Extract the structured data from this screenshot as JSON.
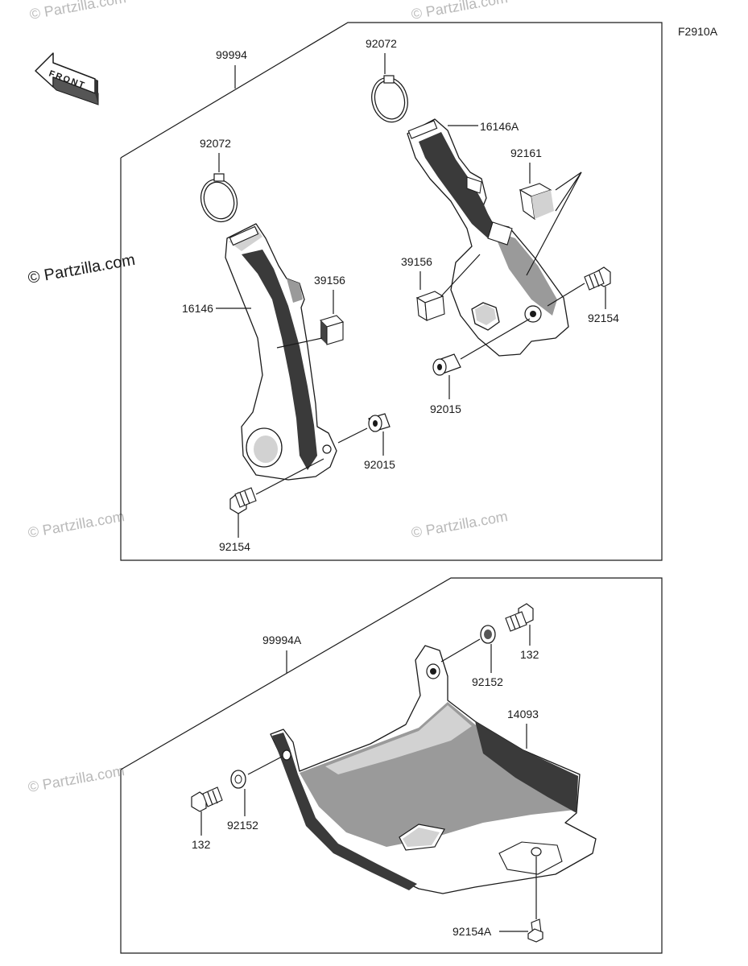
{
  "figure_code": "F2910A",
  "front_label": "FRONT",
  "watermarks": {
    "main": "© Partzilla.com",
    "faint": "© Partzilla.com"
  },
  "labels": {
    "kit_upper": "99994",
    "kit_lower": "99994A",
    "band_left": "92072",
    "band_right": "92072",
    "guard_left": "16146",
    "guard_right": "16146A",
    "pad_left": "39156",
    "pad_right_upper": "92161",
    "pad_right_lower": "39156",
    "collar_left": "92015",
    "collar_right": "92015",
    "bolt_left": "92154",
    "bolt_right": "92154",
    "skid_plate": "14093",
    "bolt_lower_right": "132",
    "washer_lower_right": "92152",
    "bolt_lower_left": "132",
    "washer_lower_left": "92152",
    "bolt_bottom": "92154A"
  }
}
